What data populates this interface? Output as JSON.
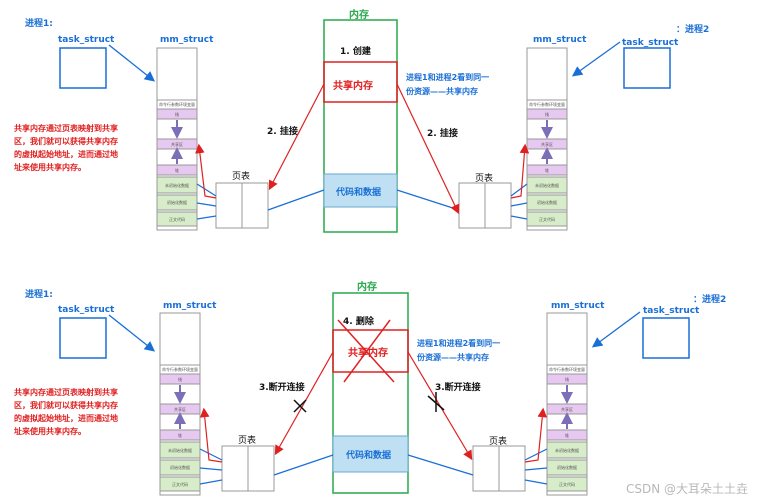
{
  "top": {
    "memory_title": "内存",
    "proc1_label": "进程1:",
    "proc2_label": "：进程2",
    "task_struct": "task_struct",
    "mm_struct": "mm_struct",
    "create_label": "1. 创建",
    "shared_mem": "共享内存",
    "attach_left": "2. 挂接",
    "attach_right": "2. 挂接",
    "see_same_line1": "进程1和进程2看到同一",
    "see_same_line2": "份资源——共享内存",
    "code_data": "代码和数据",
    "page_table": "页表",
    "desc": [
      "共享内存通过页表映射到共享",
      "区，我们就可以获得共享内存",
      "的虚拟起始地址，进而通过地",
      "址来使用共享内存。"
    ]
  },
  "bottom": {
    "memory_title": "内存",
    "proc1_label": "进程1:",
    "proc2_label": "：进程2",
    "task_struct": "task_struct",
    "mm_struct": "mm_struct",
    "delete_label": "4. 删除",
    "shared_mem": "共享内存",
    "detach_left": "3.断开连接",
    "detach_right": "3.断开连接",
    "see_same_line1": "进程1和进程2看到同一",
    "see_same_line2": "份资源——共享内存",
    "code_data": "代码和数据",
    "page_table": "页表",
    "desc": [
      "共享内存通过页表映射到共享",
      "区，我们就可以获得共享内存",
      "的虚拟起始地址，进而通过地",
      "址来使用共享内存。"
    ]
  },
  "mm_segments": {
    "env": "命令行参数环境变量",
    "stack": "栈",
    "shared": "共享区",
    "heap": "堆",
    "uninit": "未初始化数据",
    "init": "初始化数据",
    "code": "正文代码"
  },
  "watermark": "CSDN @大耳朵土土垚",
  "colors": {
    "blue": "#1a6fd6",
    "red": "#e02020",
    "green": "#27a84a",
    "purple_seg": "#e6c8f0",
    "green_seg": "#d7ecc8",
    "arrow_purple": "#7b6fb8"
  }
}
